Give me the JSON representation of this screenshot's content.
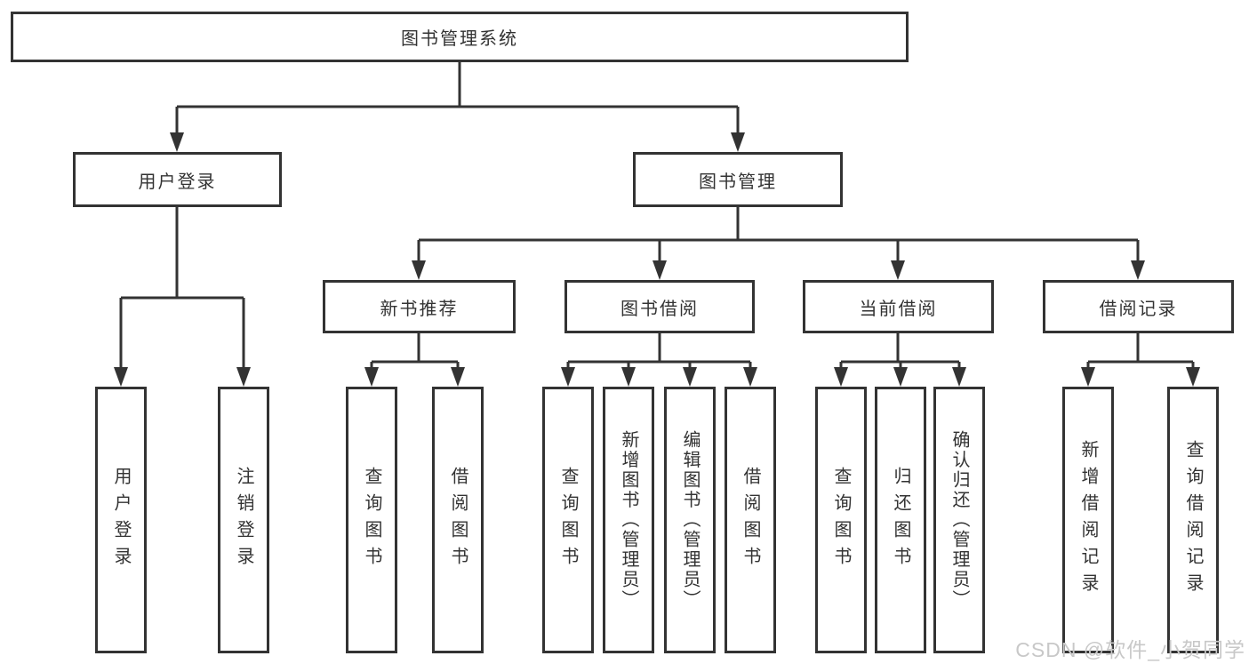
{
  "diagram": {
    "title": "图书管理系统",
    "colors": {
      "line": "#333333",
      "text": "#333333",
      "watermark": "#c8c8c8",
      "background": "#ffffff"
    },
    "root": {
      "label": "图书管理系统",
      "children": [
        {
          "label": "用户登录",
          "children": [
            {
              "label": "用户登录"
            },
            {
              "label": "注销登录"
            }
          ]
        },
        {
          "label": "图书管理",
          "children": [
            {
              "label": "新书推荐",
              "children": [
                {
                  "label": "查询图书"
                },
                {
                  "label": "借阅图书"
                }
              ]
            },
            {
              "label": "图书借阅",
              "children": [
                {
                  "label": "查询图书"
                },
                {
                  "label": "新增图书（管理员）"
                },
                {
                  "label": "编辑图书（管理员）"
                },
                {
                  "label": "借阅图书"
                }
              ]
            },
            {
              "label": "当前借阅",
              "children": [
                {
                  "label": "查询图书"
                },
                {
                  "label": "归还图书"
                },
                {
                  "label": "确认归还（管理员）"
                }
              ]
            },
            {
              "label": "借阅记录",
              "children": [
                {
                  "label": "新增借阅记录"
                },
                {
                  "label": "查询借阅记录"
                }
              ]
            }
          ]
        }
      ]
    },
    "watermark": "CSDN @软件_小贺同学"
  }
}
